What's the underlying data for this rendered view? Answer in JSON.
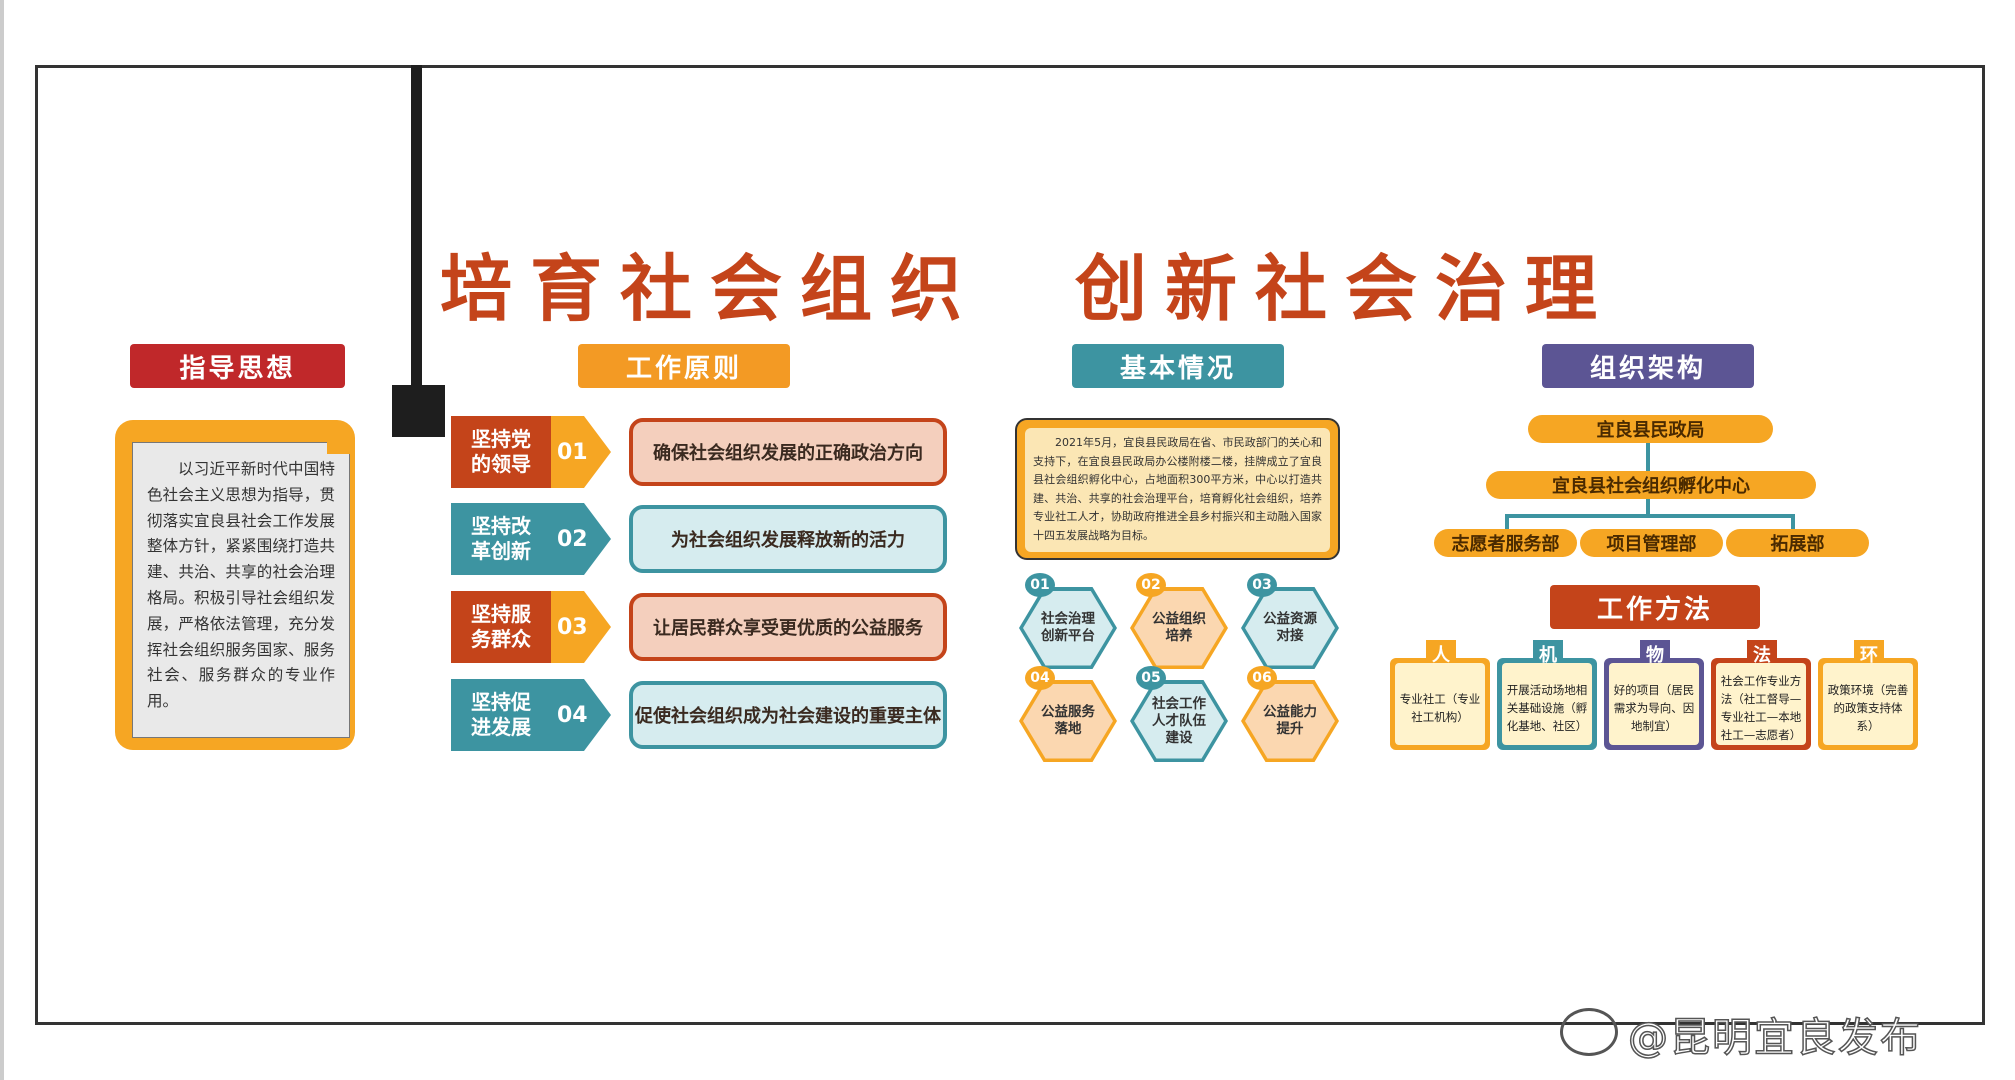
{
  "titles": {
    "left": "培育社会组织",
    "right": "创新社会治理"
  },
  "sections": {
    "guide": "指导思想",
    "principles": "工作原则",
    "basic": "基本情况",
    "org": "组织架构",
    "methods": "工作方法"
  },
  "colors": {
    "red": "#c4441a",
    "dark_red": "#c0282a",
    "orange": "#f6a623",
    "teal": "#3d94a1",
    "purple": "#5c5594"
  },
  "guide_text": "以习近平新时代中国特色社会主义思想为指导，贯彻落实宜良县社会工作发展整体方针，紧紧围绕打造共建、共治、共享的社会治理格局。积极引导社会组织发展，严格依法管理，充分发挥社会组织服务国家、服务社会、服务群众的专业作用。",
  "principles": [
    {
      "label": "坚持党的领导",
      "num": "01",
      "text": "确保社会组织发展的正确政治方向"
    },
    {
      "label": "坚持改革创新",
      "num": "02",
      "text": "为社会组织发展释放新的活力"
    },
    {
      "label": "坚持服务群众",
      "num": "03",
      "text": "让居民群众享受更优质的公益服务"
    },
    {
      "label": "坚持促进发展",
      "num": "04",
      "text": "促使社会组织成为社会建设的重要主体"
    }
  ],
  "basic_text": "2021年5月，宜良县民政局在省、市民政部门的关心和支持下，在宜良县民政局办公楼附楼二楼，挂牌成立了宜良县社会组织孵化中心，占地面积300平方米，中心以打造共建、共治、共享的社会治理平台，培育孵化社会组织，培养专业社工人才，协助政府推进全县乡村振兴和主动融入国家十四五发展战略为目标。",
  "hexes": [
    {
      "num": "01",
      "text": "社会治理创新平台"
    },
    {
      "num": "02",
      "text": "公益组织培养"
    },
    {
      "num": "03",
      "text": "公益资源对接"
    },
    {
      "num": "04",
      "text": "公益服务落地"
    },
    {
      "num": "05",
      "text": "社会工作人才队伍建设"
    },
    {
      "num": "06",
      "text": "公益能力提升"
    }
  ],
  "org": {
    "top": "宜良县民政局",
    "middle": "宜良县社会组织孵化中心",
    "depts": [
      "志愿者服务部",
      "项目管理部",
      "拓展部"
    ]
  },
  "methods": [
    {
      "tag": "人",
      "text": "专业社工（专业社工机构）",
      "color": "#f6a623"
    },
    {
      "tag": "机",
      "text": "开展活动场地相关基础设施（孵化基地、社区）",
      "color": "#3d94a1"
    },
    {
      "tag": "物",
      "text": "好的项目（居民需求为导向、因地制宜）",
      "color": "#5c5594"
    },
    {
      "tag": "法",
      "text": "社会工作专业方法（社工督导—专业社工—本地社工—志愿者）",
      "color": "#c4441a"
    },
    {
      "tag": "环",
      "text": "政策环境（完善的政策支持体系）",
      "color": "#f6a623"
    }
  ],
  "watermark": "@昆明宜良发布"
}
